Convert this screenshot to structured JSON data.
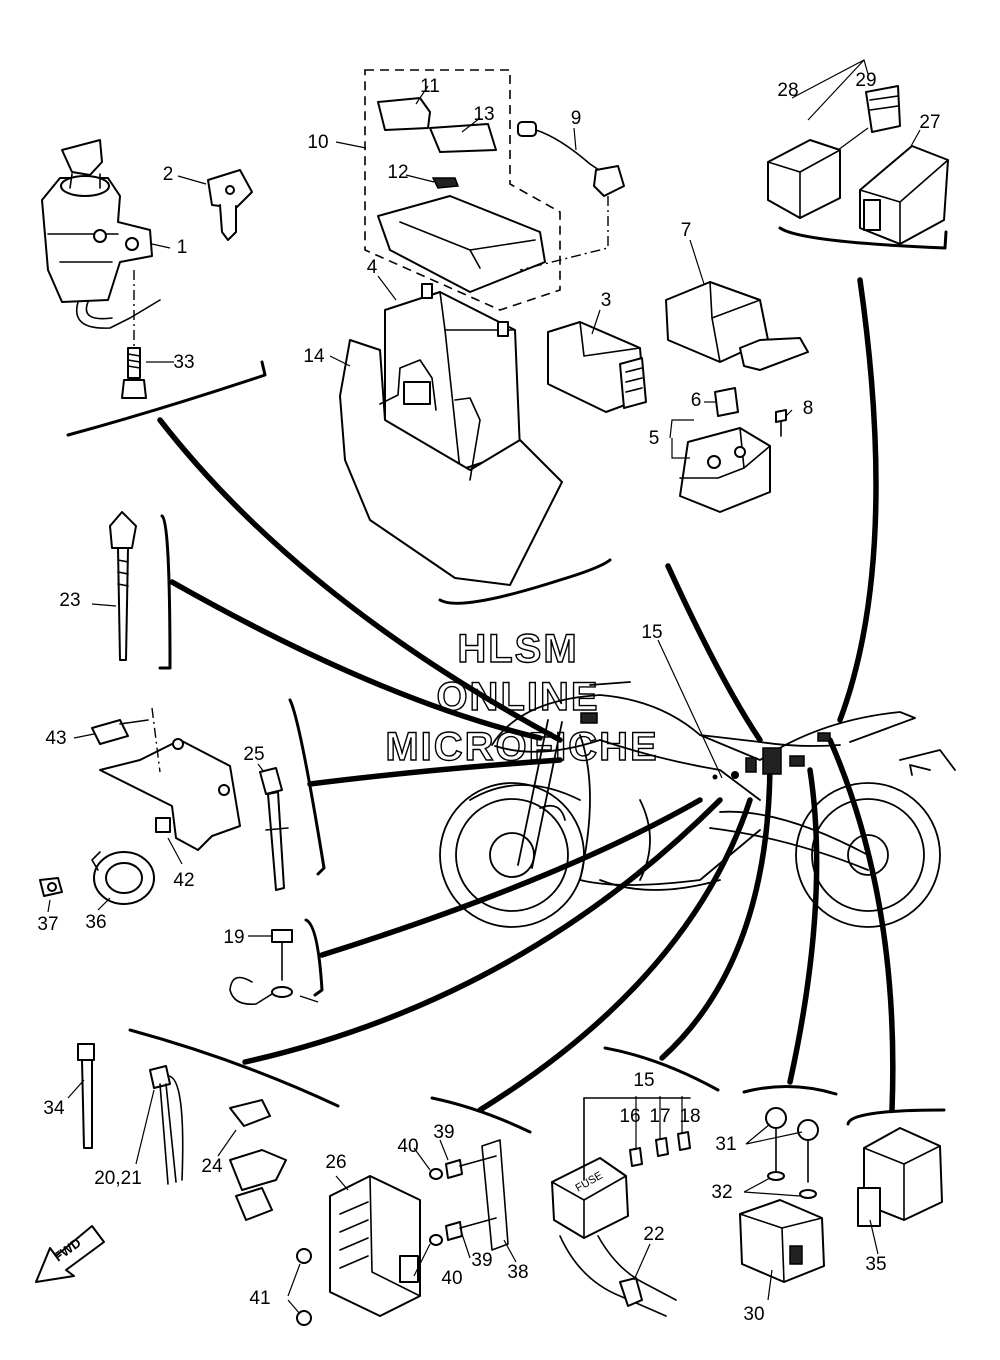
{
  "callouts": {
    "c1": "1",
    "c2": "2",
    "c3": "3",
    "c4": "4",
    "c5": "5",
    "c6": "6",
    "c7": "7",
    "c8": "8",
    "c9": "9",
    "c10": "10",
    "c11": "11",
    "c12": "12",
    "c13": "13",
    "c14": "14",
    "c15a": "15",
    "c15b": "15",
    "c16": "16",
    "c17": "17",
    "c18": "18",
    "c19": "19",
    "c20_21": "20,21",
    "c22": "22",
    "c23": "23",
    "c24": "24",
    "c25": "25",
    "c26": "26",
    "c27": "27",
    "c28": "28",
    "c29": "29",
    "c30": "30",
    "c31": "31",
    "c32": "32",
    "c33": "33",
    "c34": "34",
    "c35": "35",
    "c36": "36",
    "c37": "37",
    "c38": "38",
    "c39a": "39",
    "c39b": "39",
    "c40a": "40",
    "c40b": "40",
    "c41": "41",
    "c42": "42",
    "c43": "43"
  },
  "watermark": {
    "line1": "HLSM",
    "line2": "ONLINE",
    "line3": "MICROFICHE"
  },
  "fuse_box_text": "FUSE",
  "direction_arrow": "FWD"
}
